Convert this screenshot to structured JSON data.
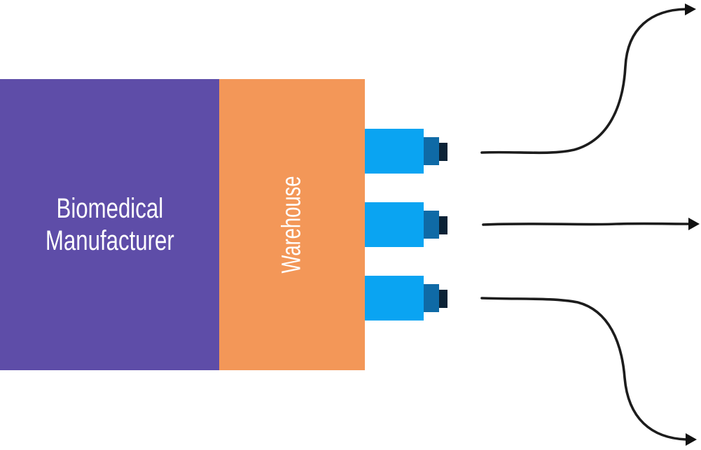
{
  "diagram": {
    "manufacturer": {
      "label": "Biomedical\nManufacturer",
      "color": "#5e4da8"
    },
    "warehouse": {
      "label": "Warehouse",
      "color": "#f39758"
    },
    "connectors": {
      "count": 3,
      "body_color": "#0aa4f2",
      "neck_color": "#0f6aa6",
      "tip_color": "#0b2236"
    },
    "arrows": {
      "directions": [
        "up",
        "straight",
        "down"
      ],
      "color": "#1c1c1c"
    }
  }
}
